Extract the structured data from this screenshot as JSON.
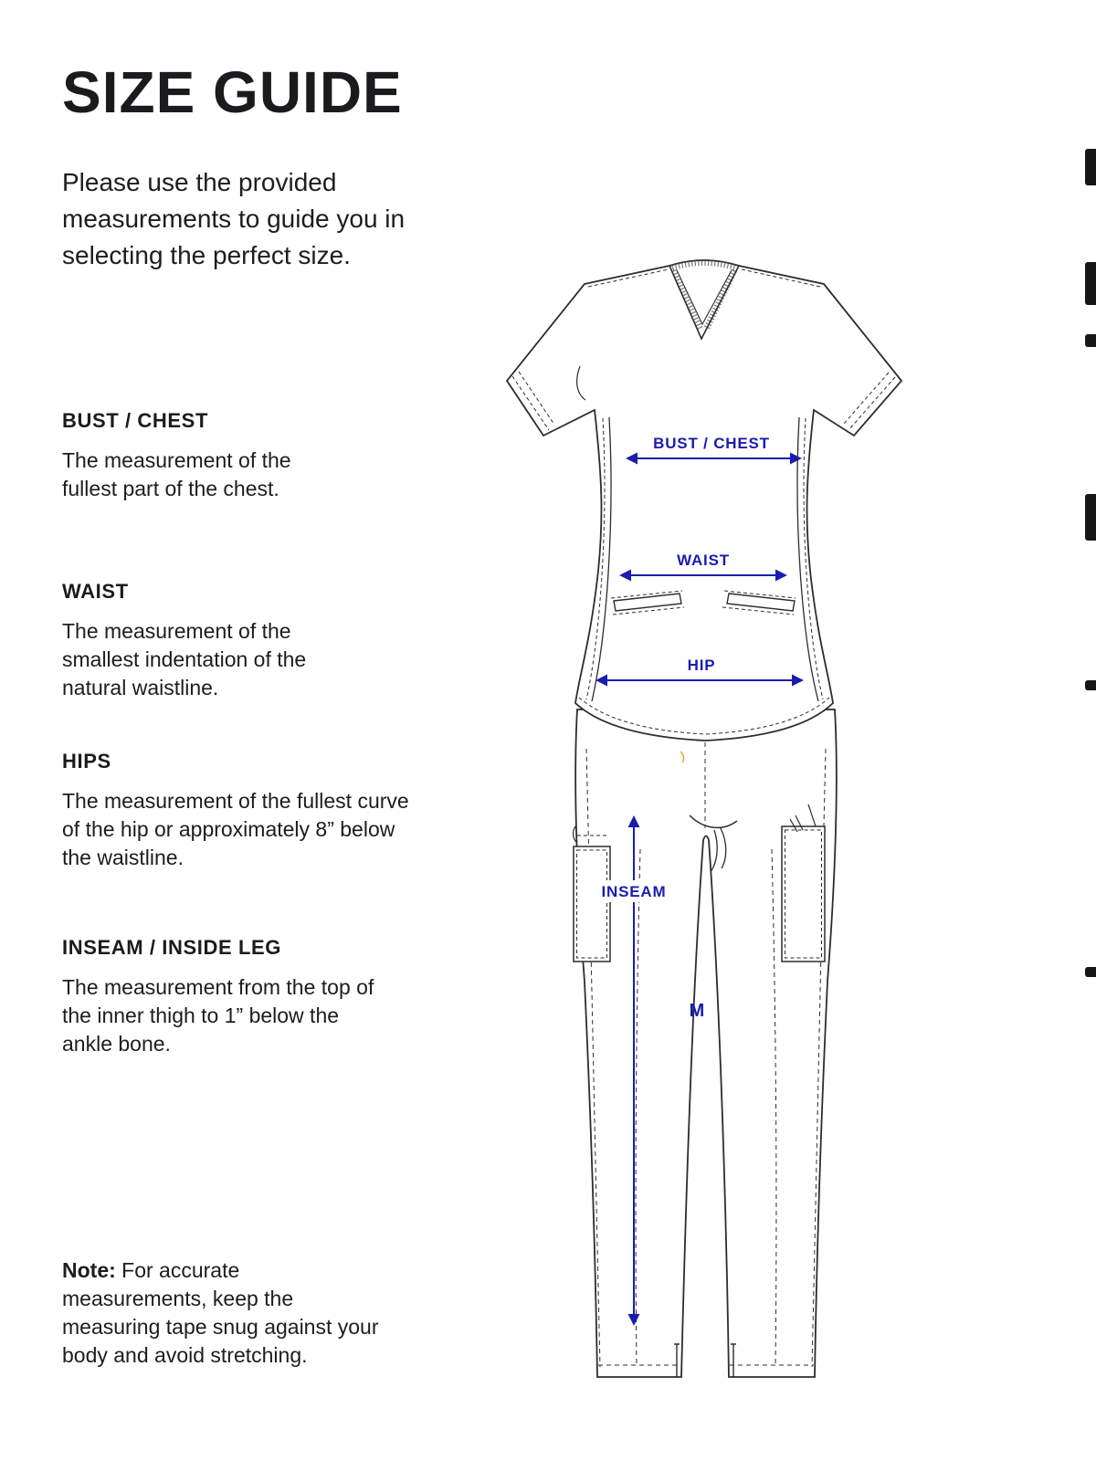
{
  "page": {
    "title": "SIZE GUIDE",
    "intro": "Please use the provided measurements to guide you in selecting the perfect size."
  },
  "sections": [
    {
      "heading": "BUST / CHEST",
      "body": "The measurement of the fullest part of the chest."
    },
    {
      "heading": "WAIST",
      "body": "The measurement of the smallest indentation of the natural waistline."
    },
    {
      "heading": "HIPS",
      "body": "The measurement of the fullest curve of the hip or approximately 8” below the waistline."
    },
    {
      "heading": "INSEAM / INSIDE LEG",
      "body": "The measurement from the top of the inner thigh to 1” below the ankle bone."
    }
  ],
  "note": {
    "label": "Note:",
    "text": "For accurate measurements, keep the measuring tape snug against your body and avoid stretching."
  },
  "diagram": {
    "labels": {
      "bust": "BUST / CHEST",
      "waist": "WAIST",
      "hip": "HIP",
      "inseam": "INSEAM",
      "size": "M"
    },
    "annotation_color": "#1a1cb0",
    "line_color": "#2d2d2d"
  }
}
